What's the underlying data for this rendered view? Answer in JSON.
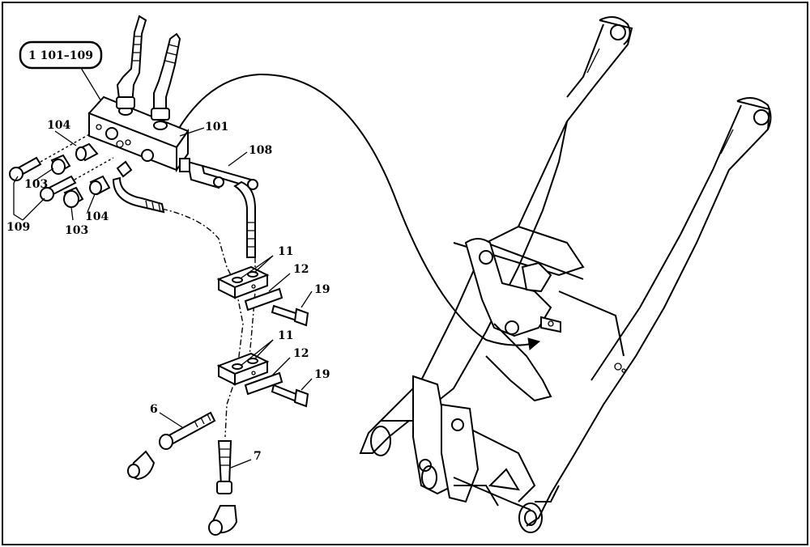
{
  "group_label": "1  101–109",
  "callouts": {
    "c101": "101",
    "c103a": "103",
    "c103b": "103",
    "c104a": "104",
    "c104b": "104",
    "c108": "108",
    "c109": "109",
    "c11a": "11",
    "c11b": "11",
    "c12a": "12",
    "c12b": "12",
    "c19a": "19",
    "c19b": "19",
    "c6": "6",
    "c7": "7"
  }
}
